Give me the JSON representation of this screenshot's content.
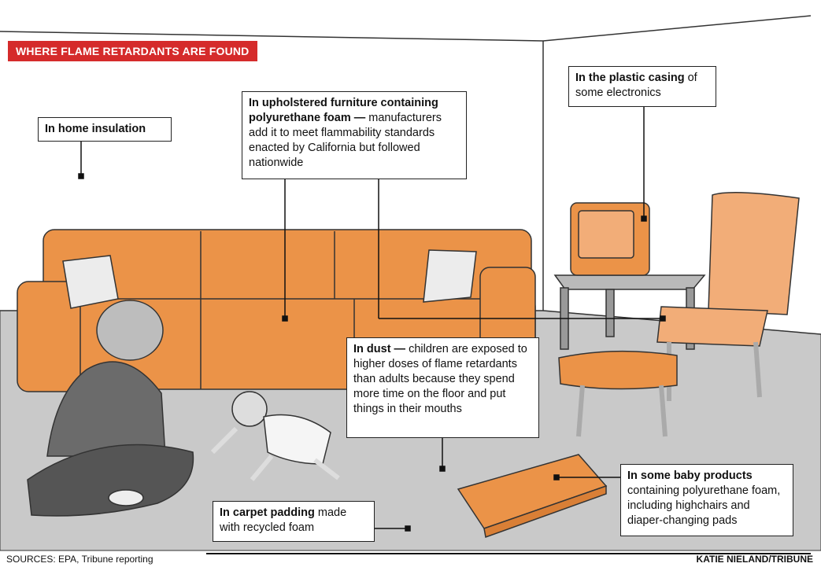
{
  "title": "WHERE FLAME RETARDANTS ARE FOUND",
  "callouts": {
    "insulation": {
      "bold": "In home insulation",
      "text": ""
    },
    "furniture": {
      "bold": "In upholstered furniture containing polyurethane foam —",
      "text": " manufacturers add it to meet flammability standards enacted by California but followed nationwide"
    },
    "electronics": {
      "bold": "In the plastic casing",
      "text": " of some electronics"
    },
    "dust": {
      "bold": "In dust —",
      "text": " children are exposed to higher doses of flame retardants than adults because they spend more time on the floor and put things in their mouths"
    },
    "baby": {
      "bold": "In some baby products",
      "text": " containing polyurethane foam, including highchairs and diaper-changing pads"
    },
    "carpet": {
      "bold": "In carpet padding",
      "text": " made with recycled foam"
    }
  },
  "sources": "SOURCES: EPA, Tribune reporting",
  "credit": "KATIE NIELAND/TRIBUNE",
  "colors": {
    "accent": "#d52b2b",
    "orange": "#eb9348",
    "orange_light": "#f2ad78",
    "floor": "#c9c9c9",
    "wall": "#ffffff"
  }
}
